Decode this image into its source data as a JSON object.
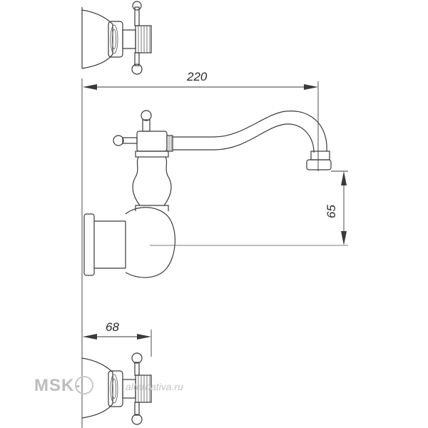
{
  "drawing": {
    "dimensions": {
      "spout_reach": "220",
      "spout_height": "65",
      "valve_projection": "68"
    },
    "watermark": {
      "brand": "MSK-",
      "site": "alternativa.ru"
    },
    "colors": {
      "line": "#3a3a3a",
      "watermark": "#bdbdbd",
      "background": "#ffffff"
    }
  }
}
